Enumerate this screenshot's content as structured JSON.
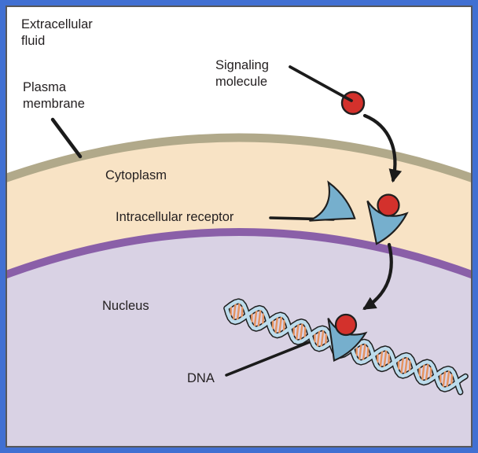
{
  "labels": {
    "extracellular_fluid": {
      "line1": "Extracellular",
      "line2": "fluid"
    },
    "plasma_membrane": {
      "line1": "Plasma",
      "line2": "membrane"
    },
    "signaling_molecule": {
      "line1": "Signaling",
      "line2": "molecule"
    },
    "cytoplasm": "Cytoplasm",
    "intracellular_receptor": "Intracellular receptor",
    "nucleus": "Nucleus",
    "dna": "DNA"
  },
  "colors": {
    "background": "#ffffff",
    "cytoplasm": "#f8e3c5",
    "plasma_membrane": "#b1a98a",
    "nucleus": "#d9d2e4",
    "nuclear_envelope": "#8a5fa8",
    "receptor": "#76afcd",
    "ligand": "#d3312c",
    "dna_strand": "#bcdcec",
    "dna_rung": "#e5935f",
    "outline": "#1f1f1f",
    "text": "#231f20",
    "frame_outer": "#4170d2",
    "frame_inner": "#57575a"
  }
}
